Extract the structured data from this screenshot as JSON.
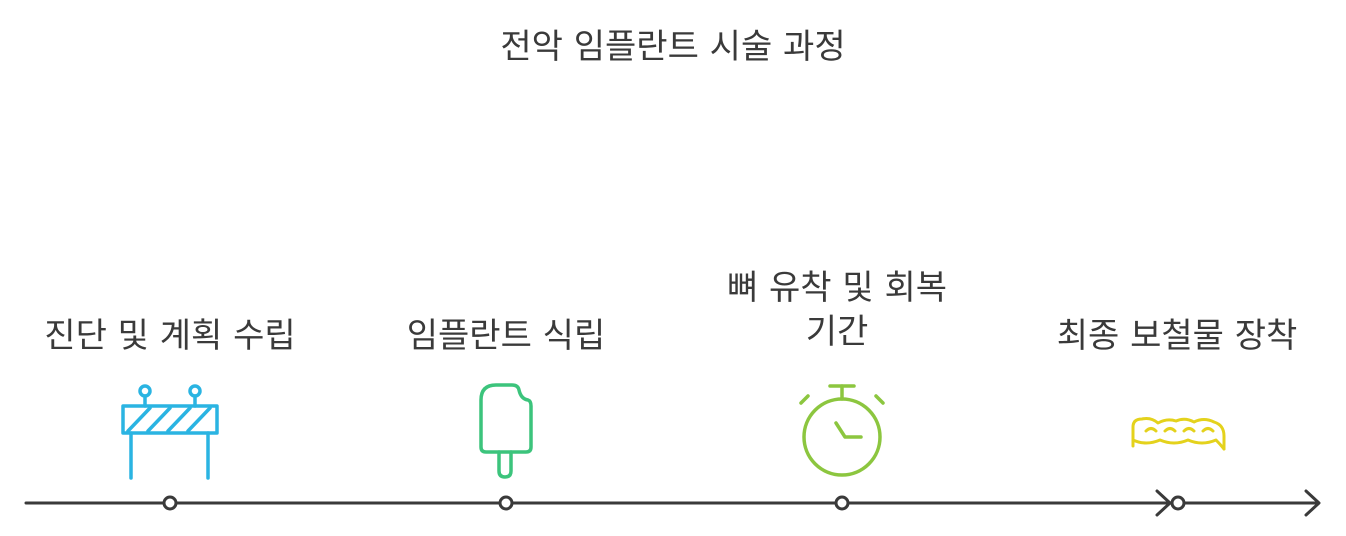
{
  "title": "전악 임플란트 시술 과정",
  "stages": [
    {
      "label_lines": [
        "진단 및 계획 수립"
      ],
      "icon": "barrier-icon",
      "color": "#2ab4e2"
    },
    {
      "label_lines": [
        "임플란트 식립"
      ],
      "icon": "popsicle-icon",
      "color": "#3cc47c"
    },
    {
      "label_lines": [
        "뼈 유착 및 회복",
        "기간"
      ],
      "icon": "stopwatch-icon",
      "color": "#8cc63f"
    },
    {
      "label_lines": [
        "최종 보철물 장착"
      ],
      "icon": "bridge-icon",
      "color": "#e4d21c"
    }
  ],
  "colors": {
    "timeline": "#3a3a3a",
    "text": "#3a3a3a"
  }
}
